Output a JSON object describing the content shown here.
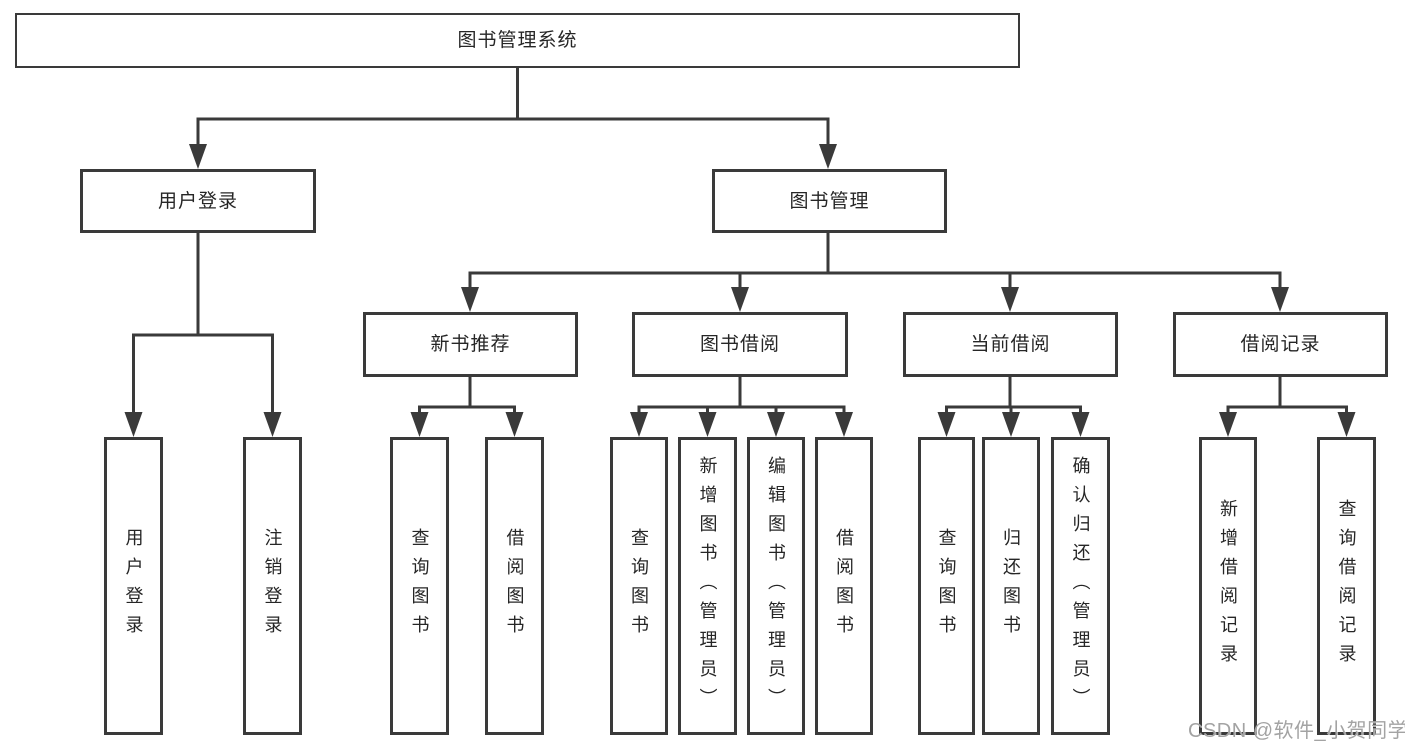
{
  "tree": {
    "root": {
      "label": "图书管理系统"
    },
    "branches": [
      {
        "label": "用户登录",
        "children": [
          {
            "label": "用户登录"
          },
          {
            "label": "注销登录"
          }
        ]
      },
      {
        "label": "图书管理",
        "children": [
          {
            "label": "新书推荐",
            "children": [
              {
                "label": "查询图书"
              },
              {
                "label": "借阅图书"
              }
            ]
          },
          {
            "label": "图书借阅",
            "children": [
              {
                "label": "查询图书"
              },
              {
                "label": "新增图书（管理员）"
              },
              {
                "label": "编辑图书（管理员）"
              },
              {
                "label": "借阅图书"
              }
            ]
          },
          {
            "label": "当前借阅",
            "children": [
              {
                "label": "查询图书"
              },
              {
                "label": "归还图书"
              },
              {
                "label": "确认归还（管理员）"
              }
            ]
          },
          {
            "label": "借阅记录",
            "children": [
              {
                "label": "新增借阅记录"
              },
              {
                "label": "查询借阅记录"
              }
            ]
          }
        ]
      }
    ]
  },
  "watermark": "CSDN @软件_小贺同学",
  "colors": {
    "line": "#3a3a3a",
    "box_border": "#3a3a3a",
    "text": "#262626",
    "background": "#ffffff",
    "watermark": "#a3a3a3"
  }
}
